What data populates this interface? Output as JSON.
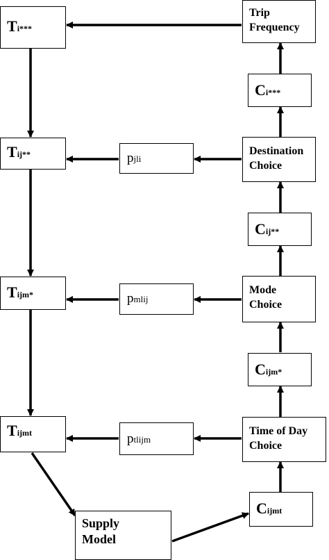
{
  "left": {
    "t1": {
      "main": "T",
      "sub": "i***"
    },
    "t2": {
      "main": "T",
      "sub": "ij**"
    },
    "t3": {
      "main": "T",
      "sub": "ijm*"
    },
    "t4": {
      "main": "T",
      "sub": "ijmt"
    }
  },
  "middle": {
    "p1": {
      "main": "p",
      "sub": "jli"
    },
    "p2": {
      "main": "p",
      "sub": "mlij"
    },
    "p3": {
      "main": "p",
      "sub": "tlijm"
    }
  },
  "right": {
    "trip_frequency": [
      "Trip",
      "Frequency"
    ],
    "c1": {
      "main": "C",
      "sub": "i***"
    },
    "destination_choice": [
      "Destination",
      "Choice"
    ],
    "c2": {
      "main": "C",
      "sub": "ij**"
    },
    "mode_choice": [
      "Mode",
      "Choice"
    ],
    "c3": {
      "main": "C",
      "sub": "ijm*"
    },
    "time_of_day_choice": [
      "Time of Day",
      "Choice"
    ],
    "c4": {
      "main": "C",
      "sub": "ijmt"
    }
  },
  "supply_model": [
    "Supply",
    "Model"
  ]
}
